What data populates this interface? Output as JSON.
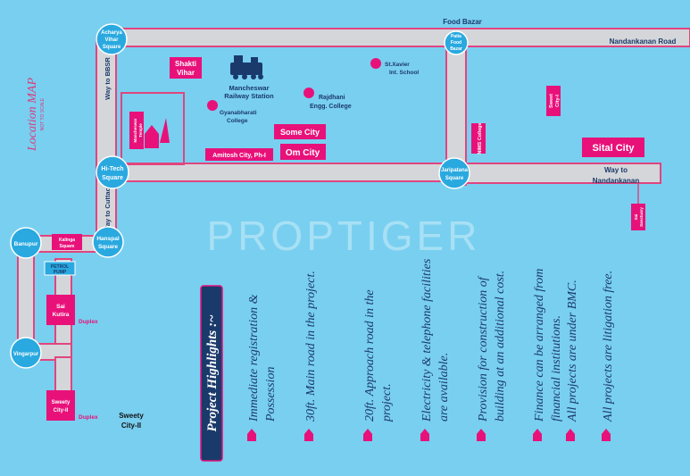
{
  "title": "Location MAP",
  "subtitle": "NOT TO SCALE",
  "watermark": "PROPTIGER",
  "colors": {
    "background": "#79cff0",
    "road_fill": "#d4d6d9",
    "road_edge": "#e0457f",
    "circle": "#29a9e0",
    "marker": "#e8117a",
    "box_fill": "#e8117a",
    "text_dark": "#1a3a6b"
  },
  "circle_labels": {
    "acharya": [
      "Acharya",
      "Vihar",
      "Square"
    ],
    "patia": [
      "Patia",
      "Food",
      "Bazar"
    ],
    "hitech": [
      "Hi-Tech",
      "Square"
    ],
    "jaripatana": [
      "Jaripatana",
      "Square"
    ],
    "banupur": [
      "Banupur"
    ],
    "hanspal": [
      "Hanspal",
      "Square"
    ],
    "vingarpur": [
      "Vingarpur"
    ]
  },
  "road_labels": {
    "food_bazar": "Food Bazar",
    "nandankanan_road": "Nandankanan Road",
    "way_to_bbsr": "Way to BBSR",
    "way_to_cuttack": "Way to Cuttack",
    "way_to_nandankanan": [
      "Way to",
      "Nandankanan"
    ]
  },
  "landmarks": {
    "mancheswar": [
      "Mancheswar",
      "Railway Station"
    ],
    "st_xavier": [
      "St.Xavier",
      "Int. School"
    ],
    "rajdhani": [
      "Rajdhani",
      "Engg. College"
    ],
    "gyanabharati": [
      "Gyanabharati",
      "College"
    ],
    "kalinga": [
      "Kalinga",
      "Square"
    ],
    "petrol": [
      "PETROL",
      "PUMP"
    ],
    "sweety2": [
      "Sweety",
      "City-II"
    ],
    "temple": [
      "Mancheswar",
      "Temple"
    ],
    "nims": "NIMS College",
    "sweet_city1": [
      "Sweet",
      "City-I"
    ],
    "sai_sanctuary": [
      "Sai",
      "Sanctuary"
    ]
  },
  "projects": {
    "shakti_vihar": [
      "Shakti",
      "Vihar"
    ],
    "some_city": "Some City",
    "om_city": "Om City",
    "amitosh": "Amitosh City, Ph-I",
    "sital_city": "Sital City",
    "sai_kutira": [
      "Sai",
      "Kutira"
    ],
    "sweety_city_box": [
      "Sweety",
      "City-II"
    ],
    "duplex_1": "Duplex",
    "duplex_2": "Duplex"
  },
  "highlights_title": "Project Highlights :~",
  "highlights": [
    [
      "Immediate registration &",
      "Possession"
    ],
    [
      "30ft. Main road in the project."
    ],
    [
      "20ft. Approach road in the",
      "project."
    ],
    [
      "Electricity & telephone facilities",
      "are available."
    ],
    [
      "Provision for construction of",
      "building at an additional cost."
    ],
    [
      "Finance can be arranged from",
      "financial institutions."
    ],
    [
      "All projects are under BMC."
    ],
    [
      "All projects are litigation free."
    ]
  ]
}
